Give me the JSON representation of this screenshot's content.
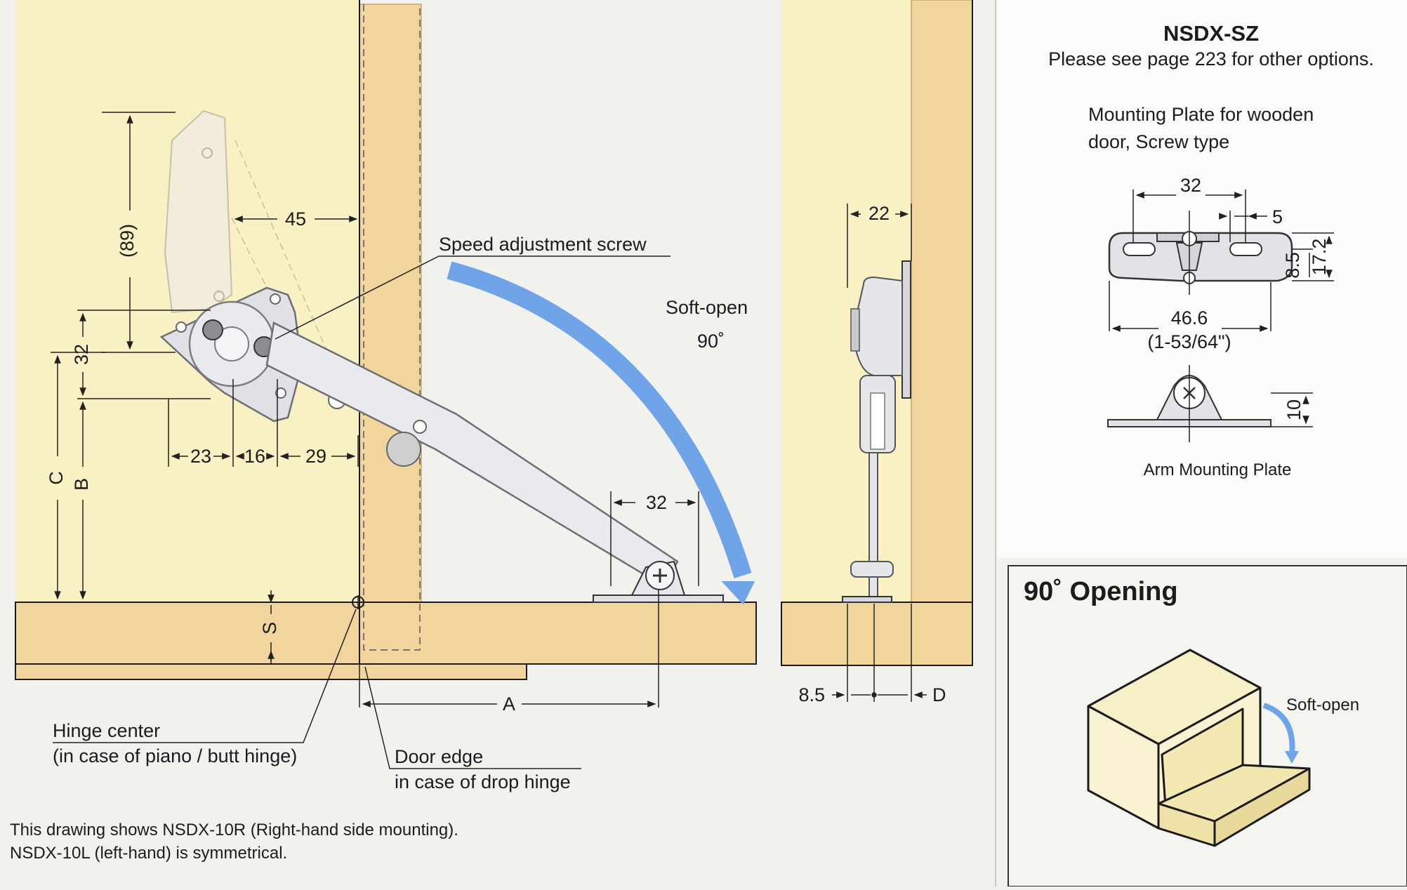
{
  "header": {
    "model": "NSDX-SZ",
    "note": "Please see page 223 for other options."
  },
  "mounting_plate": {
    "title_line1": "Mounting Plate for wooden",
    "title_line2": "door, Screw type",
    "dim_32": "32",
    "dim_5": "5",
    "dim_8_5": "8.5",
    "dim_17_2": "17.2",
    "dim_46_6": "46.6",
    "dim_inch": "(1-53/64\")"
  },
  "arm_plate": {
    "dim_10": "10",
    "caption": "Arm Mounting Plate"
  },
  "opening": {
    "title": "90˚ Opening",
    "soft_open": "Soft-open"
  },
  "main_drawing": {
    "dim_89": "(89)",
    "dim_45": "45",
    "dim_32v": "32",
    "dim_23": "23",
    "dim_16": "16",
    "dim_29": "29",
    "dim_C": "C",
    "dim_B": "B",
    "dim_S": "S",
    "dim_A": "A",
    "dim_32h": "32",
    "speed_screw": "Speed adjustment screw",
    "soft_open": "Soft-open",
    "angle": "90˚",
    "hinge_center_1": "Hinge center",
    "hinge_center_2": "(in case of piano / butt hinge)",
    "door_edge_1": "Door edge",
    "door_edge_2": "in case of drop hinge",
    "note_1": "This drawing shows NSDX-10R (Right-hand side mounting).",
    "note_2": "NSDX-10L (left-hand)  is symmetrical."
  },
  "side_view": {
    "dim_22": "22",
    "dim_8_5": "8.5",
    "dim_D": "D"
  },
  "colors": {
    "panel": "#f9f0c4",
    "wood": "#f2d59c",
    "wood_edge": "#e3bf7d",
    "arrow": "#6fa4e8",
    "metal": "#dfe1e6",
    "background": "#f1f1ee"
  }
}
